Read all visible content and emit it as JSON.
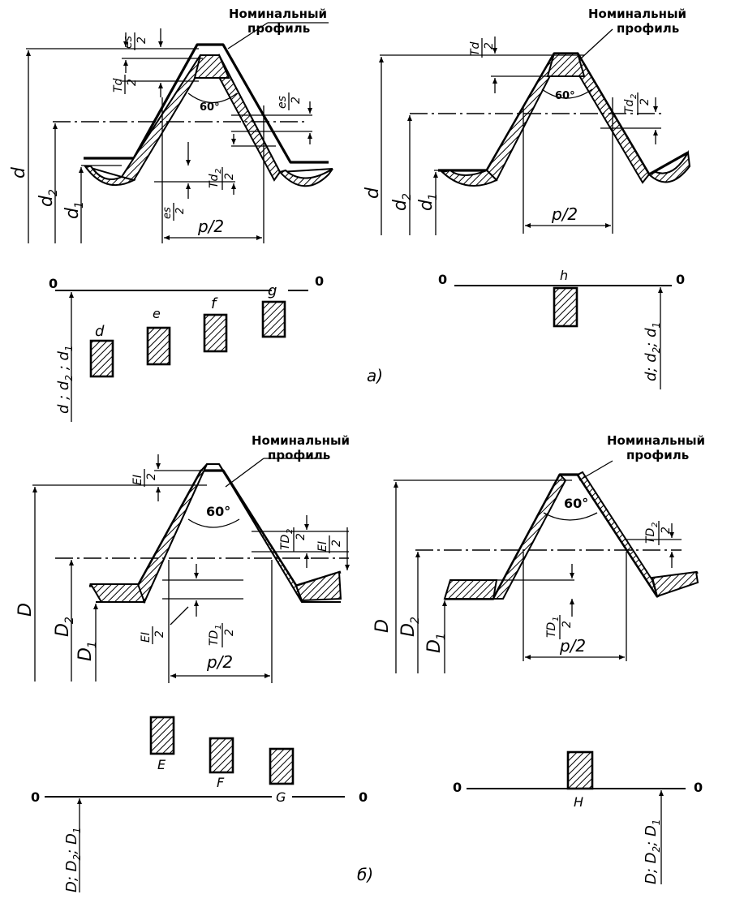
{
  "labels": {
    "nominal_profile_line1": "Номинальный",
    "nominal_profile_line2": "профиль",
    "angle": "60°",
    "half_pitch": "p/2",
    "zero": "0",
    "caption_a": "а)",
    "caption_b": "б)"
  },
  "bolt": {
    "d": "d",
    "d2": "d",
    "d2_sub": "2",
    "d1": "d",
    "d1_sub": "1",
    "es": "es",
    "two": "2",
    "Td": "Td",
    "Td2": "Td",
    "Td2_sub": "2",
    "axis_label_main": "d ; d",
    "axis_label_sub2": "2",
    "axis_label_mid": " ; d",
    "axis_label_sub1": "1",
    "axis_label_right": "d; d",
    "axis_label_right_mid": "; d",
    "zones": [
      "d",
      "e",
      "f",
      "g",
      "h"
    ]
  },
  "nut": {
    "D": "D",
    "D2": "D",
    "D2_sub": "2",
    "D1": "D",
    "D1_sub": "1",
    "EI": "EI",
    "two": "2",
    "TD2": "TD",
    "TD2_sub": "2",
    "TD1": "TD",
    "TD1_sub": "1",
    "axis_label_main": "D; D",
    "axis_label_mid": "; D",
    "zones": [
      "E",
      "F",
      "G",
      "H"
    ]
  },
  "colors": {
    "ink": "#000000",
    "paper": "#ffffff"
  }
}
